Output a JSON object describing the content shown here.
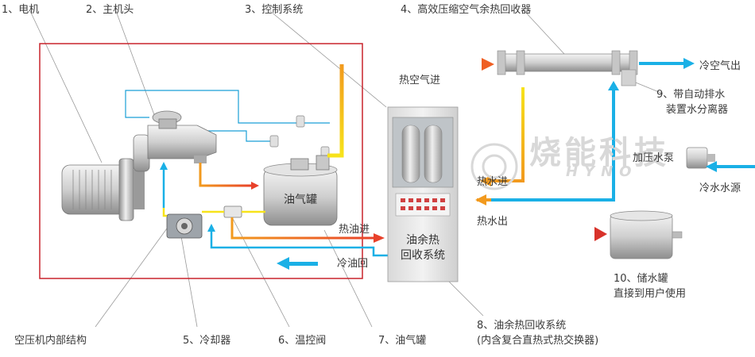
{
  "labels": {
    "motor": "1、电机",
    "head": "2、主机头",
    "control": "3、控制系统",
    "recovery_unit": "4、高效压缩空气余热回收器",
    "cooler": "5、冷却器",
    "temp_valve": "6、温控阀",
    "oil_tank": "7、油气罐",
    "oil_recovery_line1": "8、油余热回收系统",
    "oil_recovery_line2": "(内含复合直热式热交换器)",
    "separator_line1": "9、带自动排水",
    "separator_line2": "装置水分离器",
    "storage_line1": "10、储水罐",
    "storage_line2": "直接到用户使用",
    "internal": "空压机内部结构"
  },
  "flows": {
    "hot_air_in": "热空气进",
    "cold_air_out": "冷空气出",
    "hot_water_in": "热水进",
    "hot_water_out": "热水出",
    "hot_oil_in": "热油进",
    "cold_oil_back": "冷油回",
    "pump": "加压水泵",
    "cold_water": "冷水水源"
  },
  "components": {
    "tank": "油气罐",
    "system_line1": "油余热",
    "system_line2": "回收系统"
  },
  "brand": {
    "cn": "烧能科技",
    "en": "HYNO"
  },
  "colors": {
    "hot": "#e8412a",
    "warm": "#f29a1e",
    "yellow": "#f7e31b",
    "cold": "#1ab0e6",
    "frame": "#c8232c"
  }
}
